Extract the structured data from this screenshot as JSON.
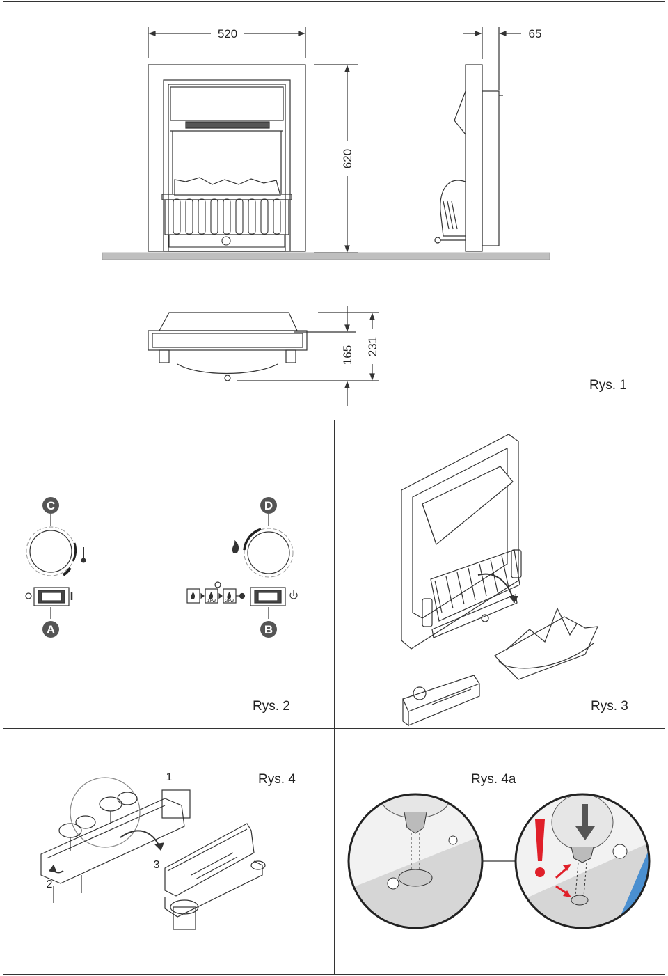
{
  "fig1": {
    "caption": "Rys. 1",
    "dims": {
      "width": "520",
      "depth_top": "65",
      "height": "620",
      "depth_a": "165",
      "depth_b": "231"
    }
  },
  "fig2": {
    "caption": "Rys. 2",
    "labels": {
      "a": "A",
      "b": "B",
      "c": "C",
      "d": "D"
    },
    "power_steps": [
      "1kw",
      "2kw"
    ]
  },
  "fig3": {
    "caption": "Rys. 3"
  },
  "fig4": {
    "caption": "Rys. 4",
    "steps": [
      "1",
      "2",
      "3"
    ]
  },
  "fig4a": {
    "caption": "Rys. 4a"
  },
  "colors": {
    "outline": "#333333",
    "floor": "#bfbfbf",
    "badge": "#555555",
    "accent_blue": "#4a8fd0",
    "warning_red": "#e0202a",
    "arc_dark": "#222222"
  }
}
